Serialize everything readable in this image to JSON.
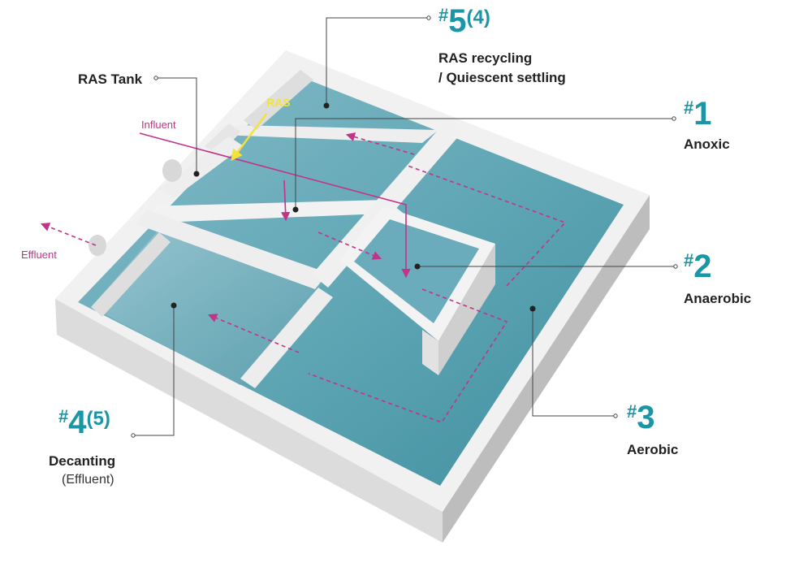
{
  "labels": {
    "ras_tank": "RAS Tank",
    "ras": "RAS",
    "influent": "Influent",
    "effluent": "Effluent"
  },
  "zones": {
    "z5": {
      "hash": "#",
      "num": "5",
      "sub": "(4)",
      "line1": "RAS recycling",
      "line2": "/ Quiescent settling"
    },
    "z1": {
      "hash": "#",
      "num": "1",
      "name": "Anoxic"
    },
    "z2": {
      "hash": "#",
      "num": "2",
      "name": "Anaerobic"
    },
    "z3": {
      "hash": "#",
      "num": "3",
      "name": "Aerobic"
    },
    "z4": {
      "hash": "#",
      "num": "4",
      "sub": "(5)",
      "name": "Decanting",
      "note": "(Effluent)"
    }
  },
  "colors": {
    "accent_teal": "#1a96a6",
    "flow_magenta": "#c2338a",
    "ras_yellow": "#f2e33a",
    "water": "#5ea5b4",
    "wall": "#ececec"
  }
}
